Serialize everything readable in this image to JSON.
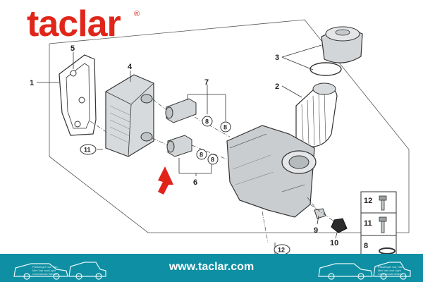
{
  "brand": {
    "logo_text": "taclar",
    "registered_mark": "®",
    "watermark": "taclar",
    "website": "www.taclar.com",
    "footer_note": "Passenger Car, Van, Mini Van and Light Commercial Vehicle"
  },
  "colors": {
    "brand_red": "#e0261b",
    "footer_teal": "#0f8fa3",
    "line": "#333333",
    "part_fill": "#cfd3d5",
    "arrow": "#e2231a"
  },
  "callouts": {
    "c1": "1",
    "c2": "2",
    "c3": "3",
    "c4": "4",
    "c5": "5",
    "c6": "6",
    "c7": "7",
    "c8a": "8",
    "c8b": "8",
    "c8c": "8",
    "c8d": "8",
    "c9": "9",
    "c10": "10",
    "c11": "11",
    "c12": "12"
  },
  "legend": {
    "items": [
      "12",
      "11",
      "8"
    ]
  },
  "icons": [
    "arrow-indicator-icon",
    "vehicle-silhouette-icon"
  ]
}
